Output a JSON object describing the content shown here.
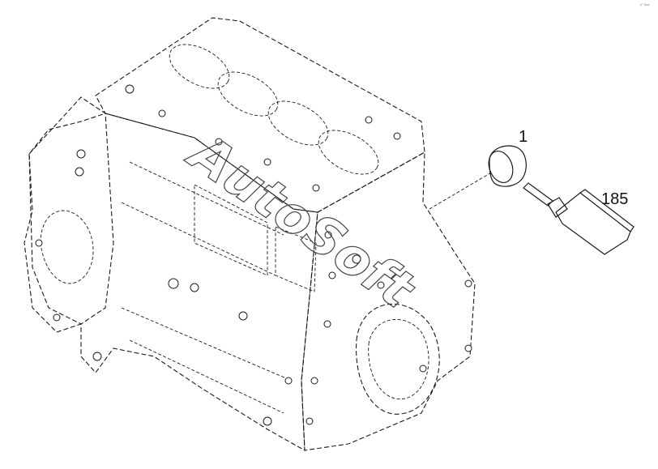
{
  "diagram": {
    "callouts": [
      {
        "id": "cup-plug",
        "label": "1"
      },
      {
        "id": "sealant-tube",
        "label": "185"
      }
    ],
    "watermark_text": "AutoSoft",
    "corner_mark": "p° 8as",
    "colors": {
      "line": "#1a1a1a",
      "background": "#ffffff"
    }
  }
}
